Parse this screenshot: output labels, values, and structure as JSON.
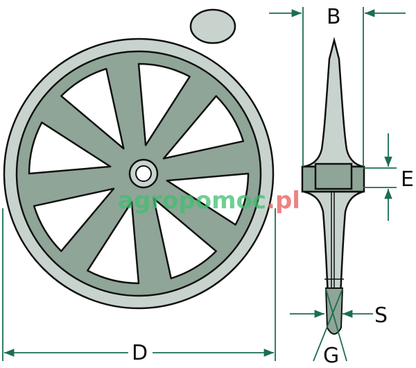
{
  "labels": {
    "B": "B",
    "D": "D",
    "E": "E",
    "S": "S",
    "G": "G"
  },
  "watermark": {
    "text_main": "agropomoc",
    "text_tld": ".pl"
  },
  "colors": {
    "rim": "#c8d3ce",
    "spoke": "#8fa597",
    "dim_line": "#1a6e52",
    "outline": "#111111",
    "watermark_green": "#3fbf6f",
    "watermark_red": "#e85a5a"
  }
}
